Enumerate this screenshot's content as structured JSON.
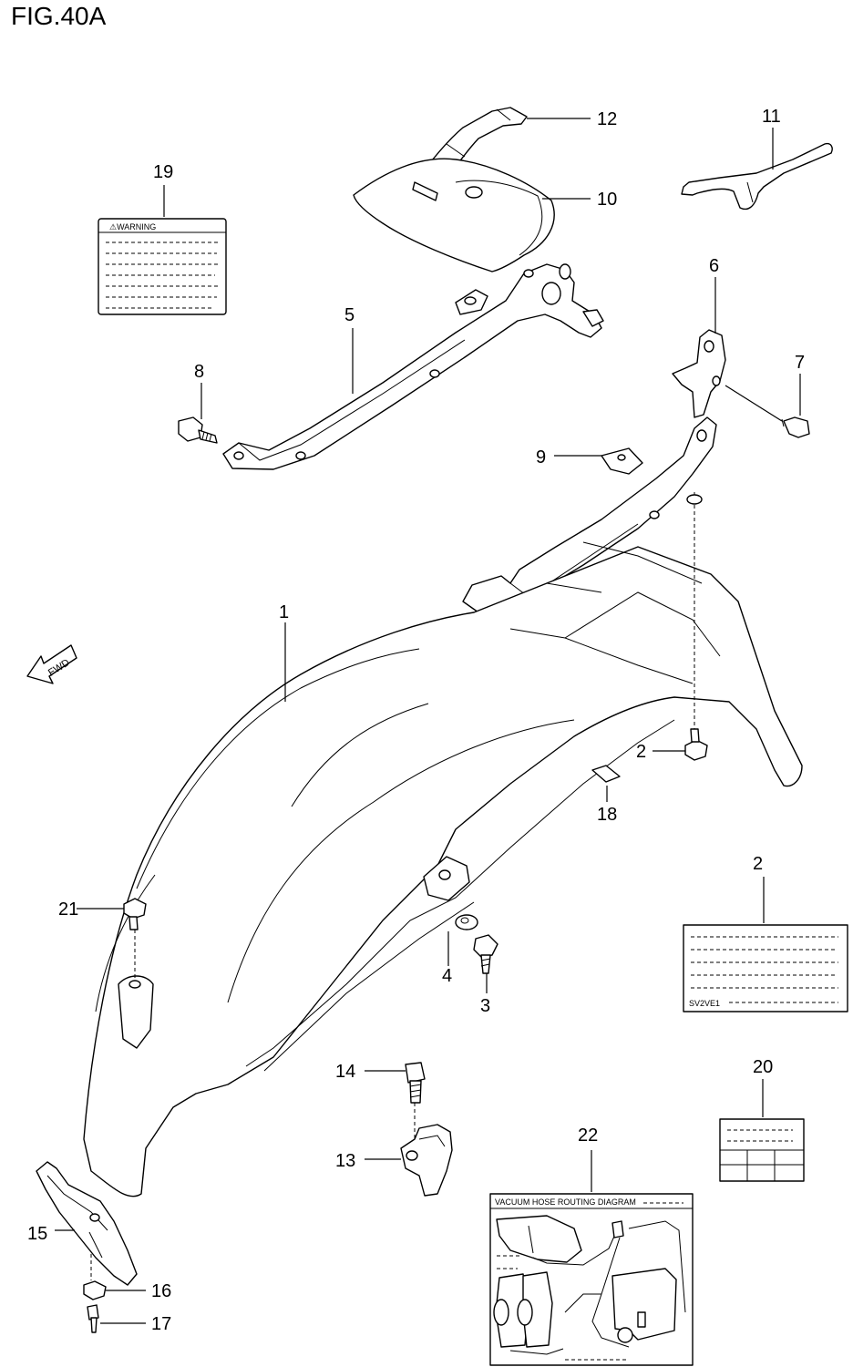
{
  "figure": {
    "title": "FIG.40A"
  },
  "fwd_label": "FWD",
  "warning_label": {
    "heading": "⚠WARNING"
  },
  "vin_label": {
    "text": "SV2VE1"
  },
  "vacuum_label": {
    "heading": "VACUUM HOSE ROUTING DIAGRAM"
  },
  "callouts": [
    {
      "id": "c12",
      "text": "12"
    },
    {
      "id": "c11",
      "text": "11"
    },
    {
      "id": "c19",
      "text": "19"
    },
    {
      "id": "c10",
      "text": "10"
    },
    {
      "id": "c6",
      "text": "6"
    },
    {
      "id": "c5",
      "text": "5"
    },
    {
      "id": "c8",
      "text": "8"
    },
    {
      "id": "c7",
      "text": "7"
    },
    {
      "id": "c9",
      "text": "9"
    },
    {
      "id": "c1",
      "text": "1"
    },
    {
      "id": "c2a",
      "text": "2"
    },
    {
      "id": "c18",
      "text": "18"
    },
    {
      "id": "c21",
      "text": "21"
    },
    {
      "id": "c2b",
      "text": "2"
    },
    {
      "id": "c4",
      "text": "4"
    },
    {
      "id": "c3",
      "text": "3"
    },
    {
      "id": "c20",
      "text": "20"
    },
    {
      "id": "c14",
      "text": "14"
    },
    {
      "id": "c22",
      "text": "22"
    },
    {
      "id": "c13",
      "text": "13"
    },
    {
      "id": "c15",
      "text": "15"
    },
    {
      "id": "c16",
      "text": "16"
    },
    {
      "id": "c17",
      "text": "17"
    }
  ]
}
